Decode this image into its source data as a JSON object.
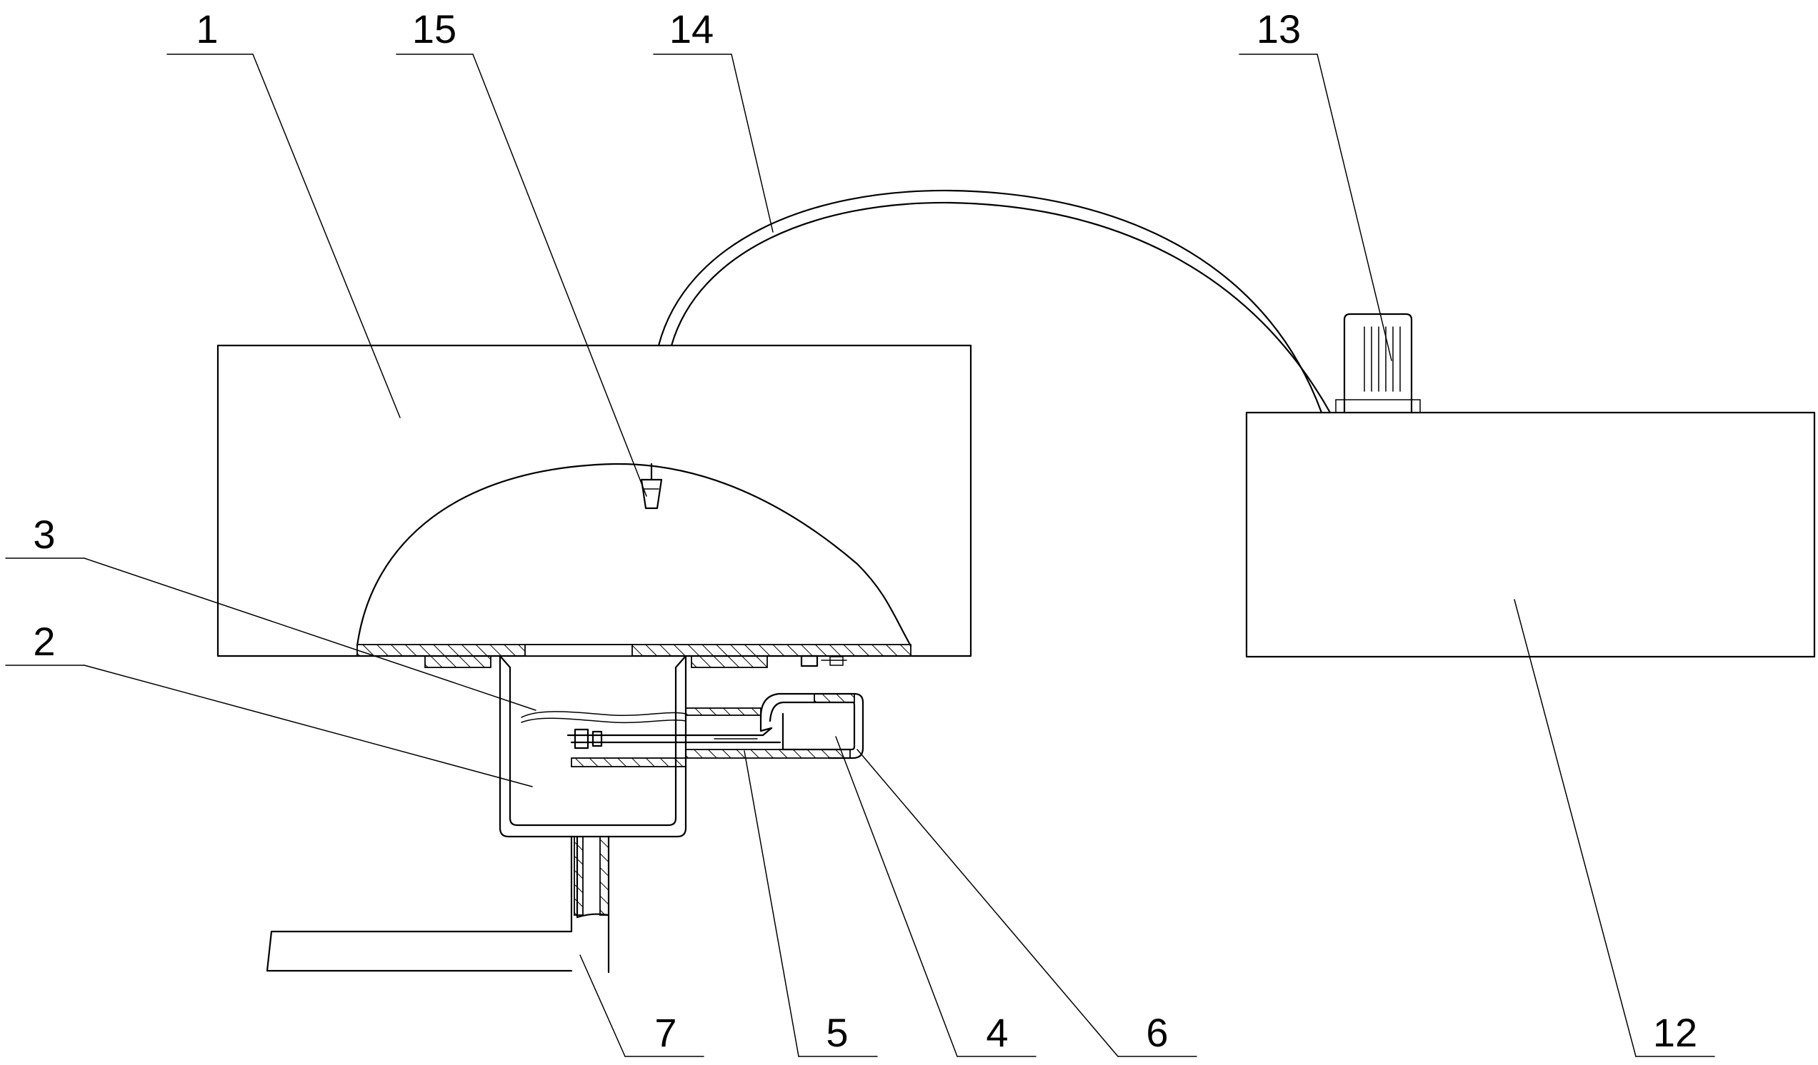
{
  "labels": {
    "l1": "1",
    "l2": "2",
    "l3": "3",
    "l4": "4",
    "l5": "5",
    "l6": "6",
    "l7": "7",
    "l12": "12",
    "l13": "13",
    "l14": "14",
    "l15": "15"
  }
}
